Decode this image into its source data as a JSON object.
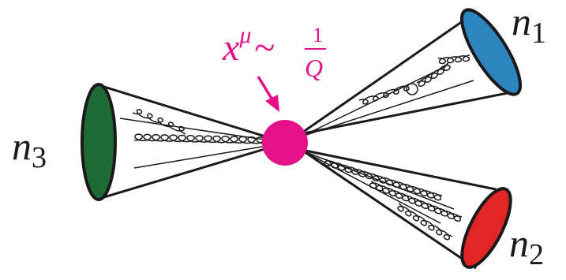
{
  "vertex_label": {
    "symbol": "x",
    "superscript": "μ",
    "relation": "~",
    "numerator": "1",
    "denominator": "Q"
  },
  "jets": [
    {
      "label": "n",
      "subscript": "1",
      "cap_color": "#2e86c1"
    },
    {
      "label": "n",
      "subscript": "2",
      "cap_color": "#e22626"
    },
    {
      "label": "n",
      "subscript": "3",
      "cap_color": "#1e6b35"
    }
  ],
  "colors": {
    "vertex": "#e5118b",
    "annotation": "#e5118b",
    "line": "#1a1a1a"
  }
}
